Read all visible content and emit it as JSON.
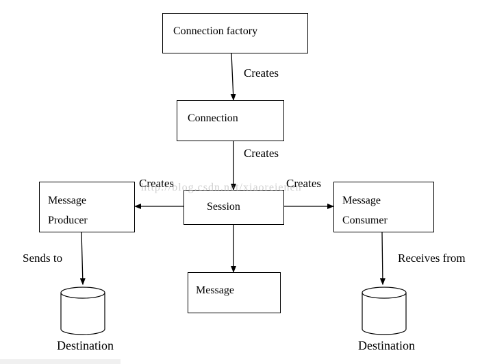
{
  "nodes": {
    "connection_factory": "Connection factory",
    "connection": "Connection",
    "session": "Session",
    "message_producer": [
      "Message",
      "Producer"
    ],
    "message_consumer": [
      "Message",
      "Consumer"
    ],
    "message": "Message"
  },
  "edges": {
    "factory_to_connection": "Creates",
    "connection_to_session": "Creates",
    "session_to_producer": "Creates",
    "session_to_consumer": "Creates",
    "producer_to_destination": "Sends to",
    "consumer_to_destination": "Receives from"
  },
  "destinations": {
    "left": "Destination",
    "right": "Destination"
  },
  "watermark": "http://blog.csdn.net/xiaoreienen"
}
